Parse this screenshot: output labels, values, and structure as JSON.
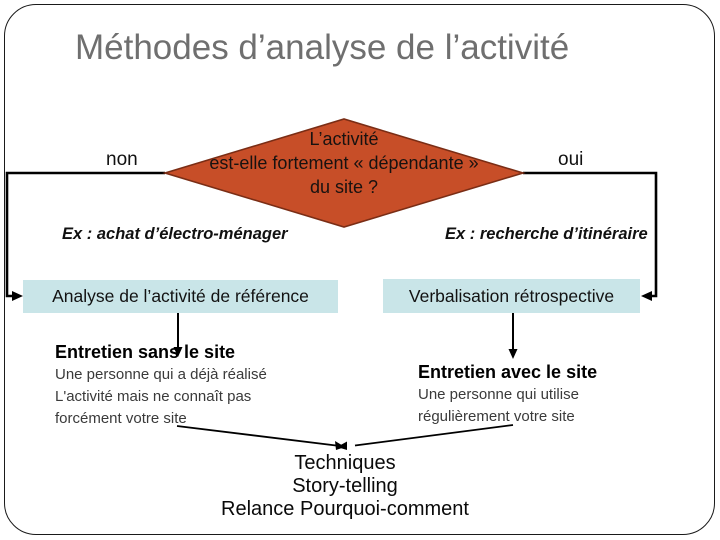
{
  "slide": {
    "title": "Méthodes d’analyse de l’activité",
    "decision": {
      "question": "L’activité\nest-elle fortement « dépendante »\ndu site ?",
      "no_label": "non",
      "yes_label": "oui"
    },
    "examples": {
      "left": "Ex : achat d’électro-ménager",
      "right": "Ex : recherche d’itinéraire"
    },
    "branches": {
      "left": {
        "box_label": "Analyse de l’activité de référence",
        "heading": "Entretien sans le site",
        "description": "Une personne qui a déjà réalisé\nL'activité mais ne connaît pas\nforcément votre site"
      },
      "right": {
        "box_label": "Verbalisation rétrospective",
        "heading": "Entretien avec le site",
        "description": "Une personne qui utilise\nrégulièrement votre site"
      }
    },
    "techniques": "Techniques\nStory-telling\nRelance Pourquoi-comment",
    "colors": {
      "diamond_fill": "#C74E28",
      "diamond_border": "#7A2D15",
      "box_fill": "#C9E5E8",
      "title_color": "#6F6F6F",
      "line_color": "#000000"
    }
  }
}
